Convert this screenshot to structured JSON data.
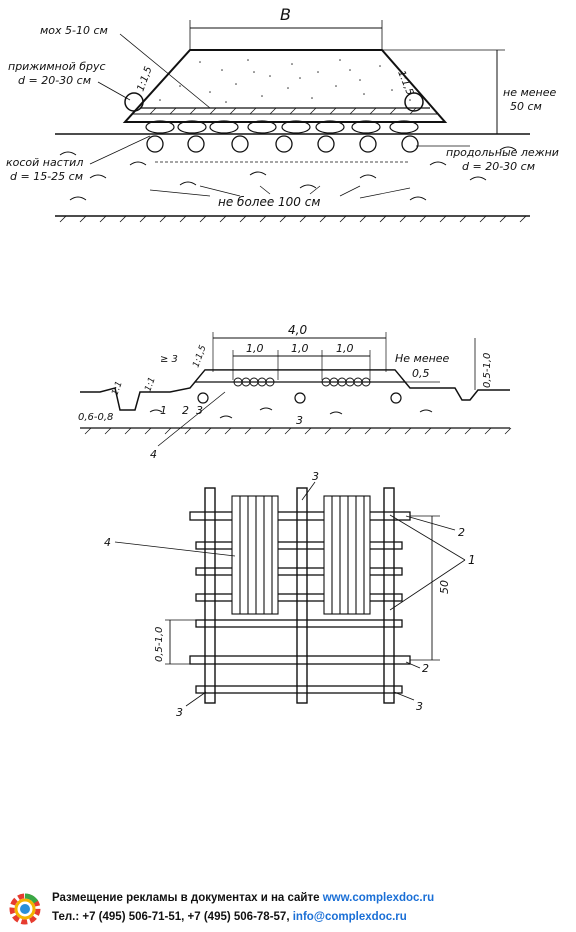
{
  "fig1": {
    "width_label": "B",
    "moss_label": "мох 5-10 см",
    "clamp_label_1": "прижимной брус",
    "clamp_label_2": "d = 20-30 см",
    "slope_left": "1:1,5",
    "slope_right": "1:1,5",
    "height_label_1": "не менее",
    "height_label_2": "50 см",
    "deck_label_1": "косой настил",
    "deck_label_2": "d = 15-25 см",
    "sleeper_label_1": "продольные лежни",
    "sleeper_label_2": "d = 20-30 см",
    "spacing_label": "не более 100 см"
  },
  "fig2": {
    "width_total": "4,0",
    "seg_1": "1,0",
    "seg_2": "1,0",
    "seg_3": "1,0",
    "min_label": "Не менее",
    "min_value": "0,5",
    "right_dim": "0,5-1,0",
    "left_ge": "≥ 3",
    "slope_1": "1:1,5",
    "slope_2": "1:1",
    "slope_3": "1:1",
    "ditch_dim": "0,6-0,8",
    "marker_1": "1",
    "marker_2": "2",
    "marker_3": "3",
    "marker_3b": "3",
    "marker_4": "4"
  },
  "fig3": {
    "marker_3_top": "3",
    "marker_2_top": "2",
    "marker_1": "1",
    "marker_4": "4",
    "dim_50": "50",
    "dim_left": "0,5-1,0",
    "marker_2_bottom": "2",
    "marker_3_bl": "3",
    "marker_3_br": "3"
  },
  "footer": {
    "line1_text": "Размещение рекламы в документах и на сайте ",
    "line1_link": "www.complexdoc.ru",
    "line2_text": "Тел.: +7 (495) 506-71-51, +7 (495) 506-78-57, ",
    "line2_link": "info@complexdoc.ru"
  }
}
